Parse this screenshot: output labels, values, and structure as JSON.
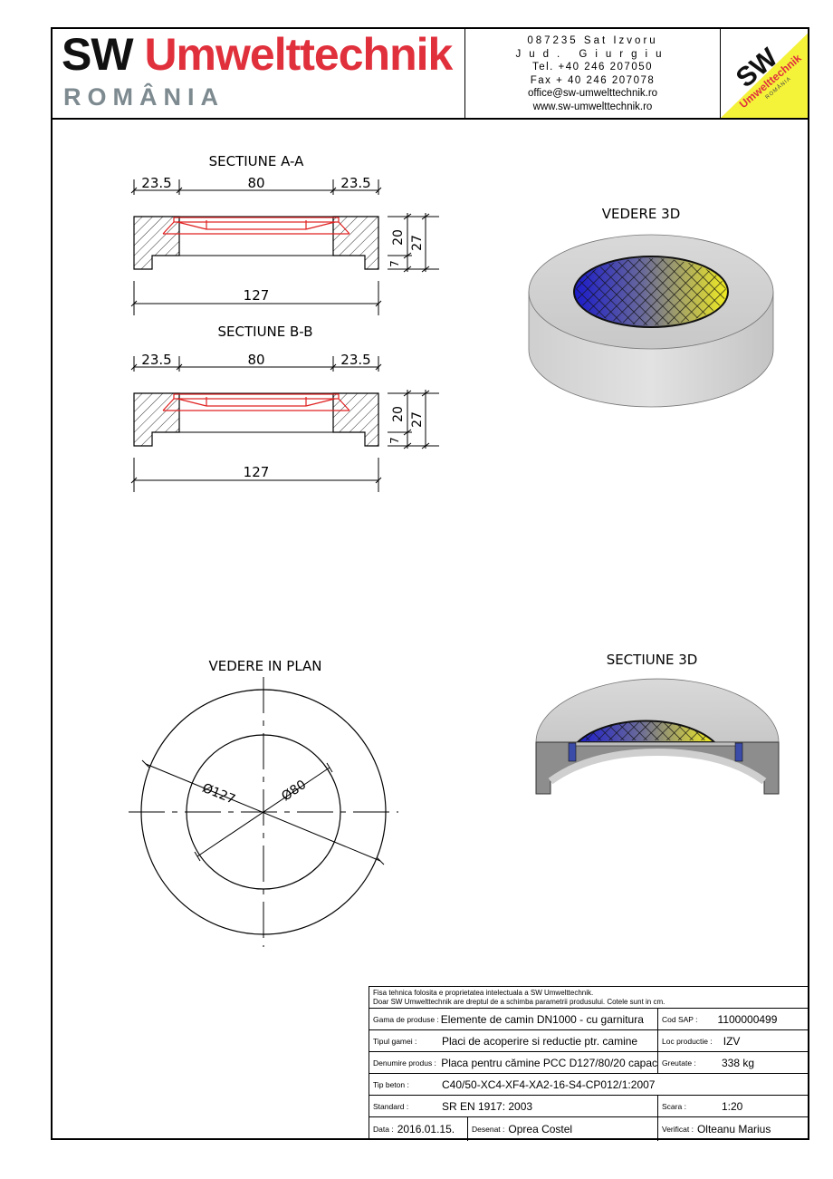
{
  "header": {
    "brand_sw": "SW",
    "brand_name": "Umwelttechnik",
    "brand_country": "ROMÂNIA",
    "contact": [
      "087235 Sat Izvoru",
      "Jud. Giurgiu",
      "Tel. +40 246 207050",
      "Fax + 40 246 207078",
      "office@sw-umwelttechnik.ro",
      "www.sw-umwelttechnik.ro"
    ],
    "badge_sw": "SW",
    "badge_name": "Umwelttechnik",
    "badge_country": "ROMÂNIA"
  },
  "drawings": {
    "section_aa": {
      "title": "SECTIUNE A-A",
      "dim_left": "23.5",
      "dim_mid": "80",
      "dim_right": "23.5",
      "dim_total": "127",
      "dim_h1": "20",
      "dim_h2": "27",
      "dim_h3": "7"
    },
    "section_bb": {
      "title": "SECTIUNE B-B",
      "dim_left": "23.5",
      "dim_mid": "80",
      "dim_right": "23.5",
      "dim_total": "127",
      "dim_h1": "20",
      "dim_h2": "27",
      "dim_h3": "7"
    },
    "view_3d": {
      "title": "VEDERE 3D"
    },
    "plan_view": {
      "title": "VEDERE IN PLAN",
      "outer_dia": "Ø127",
      "inner_dia": "Ø80"
    },
    "section_3d": {
      "title": "SECTIUNE 3D"
    }
  },
  "titleblock": {
    "note_line1": "Fisa tehnica folosita e proprietatea intelectuala a SW Umwelttechnik.",
    "note_line2": "Doar SW Umwelttechnik are dreptul de a schimba parametrii produsului. Cotele sunt in cm.",
    "gama_label": "Gama de produse :",
    "gama_value": "Elemente de camin DN1000 - cu garnitura",
    "cod_label": "Cod SAP :",
    "cod_value": "1100000499",
    "tip_label": "Tipul gamei :",
    "tip_value": "Placi de acoperire si reductie ptr. camine",
    "loc_label": "Loc productie :",
    "loc_value": "IZV",
    "den_label": "Denumire produs :",
    "den_value": "Placa pentru cămine PCC D127/80/20 capac",
    "greut_label": "Greutate :",
    "greut_value": "338 kg",
    "beton_label": "Tip beton :",
    "beton_value": "C40/50-XC4-XF4-XA2-16-S4-CP012/1:2007",
    "std_label": "Standard :",
    "std_value": "SR EN 1917: 2003",
    "scara_label": "Scara :",
    "scara_value": "1:20",
    "data_label": "Data :",
    "data_value": "2016.01.15.",
    "desenat_label": "Desenat :",
    "desenat_value": "Oprea Costel",
    "verif_label": "Verificat :",
    "verif_value": "Olteanu Marius"
  }
}
